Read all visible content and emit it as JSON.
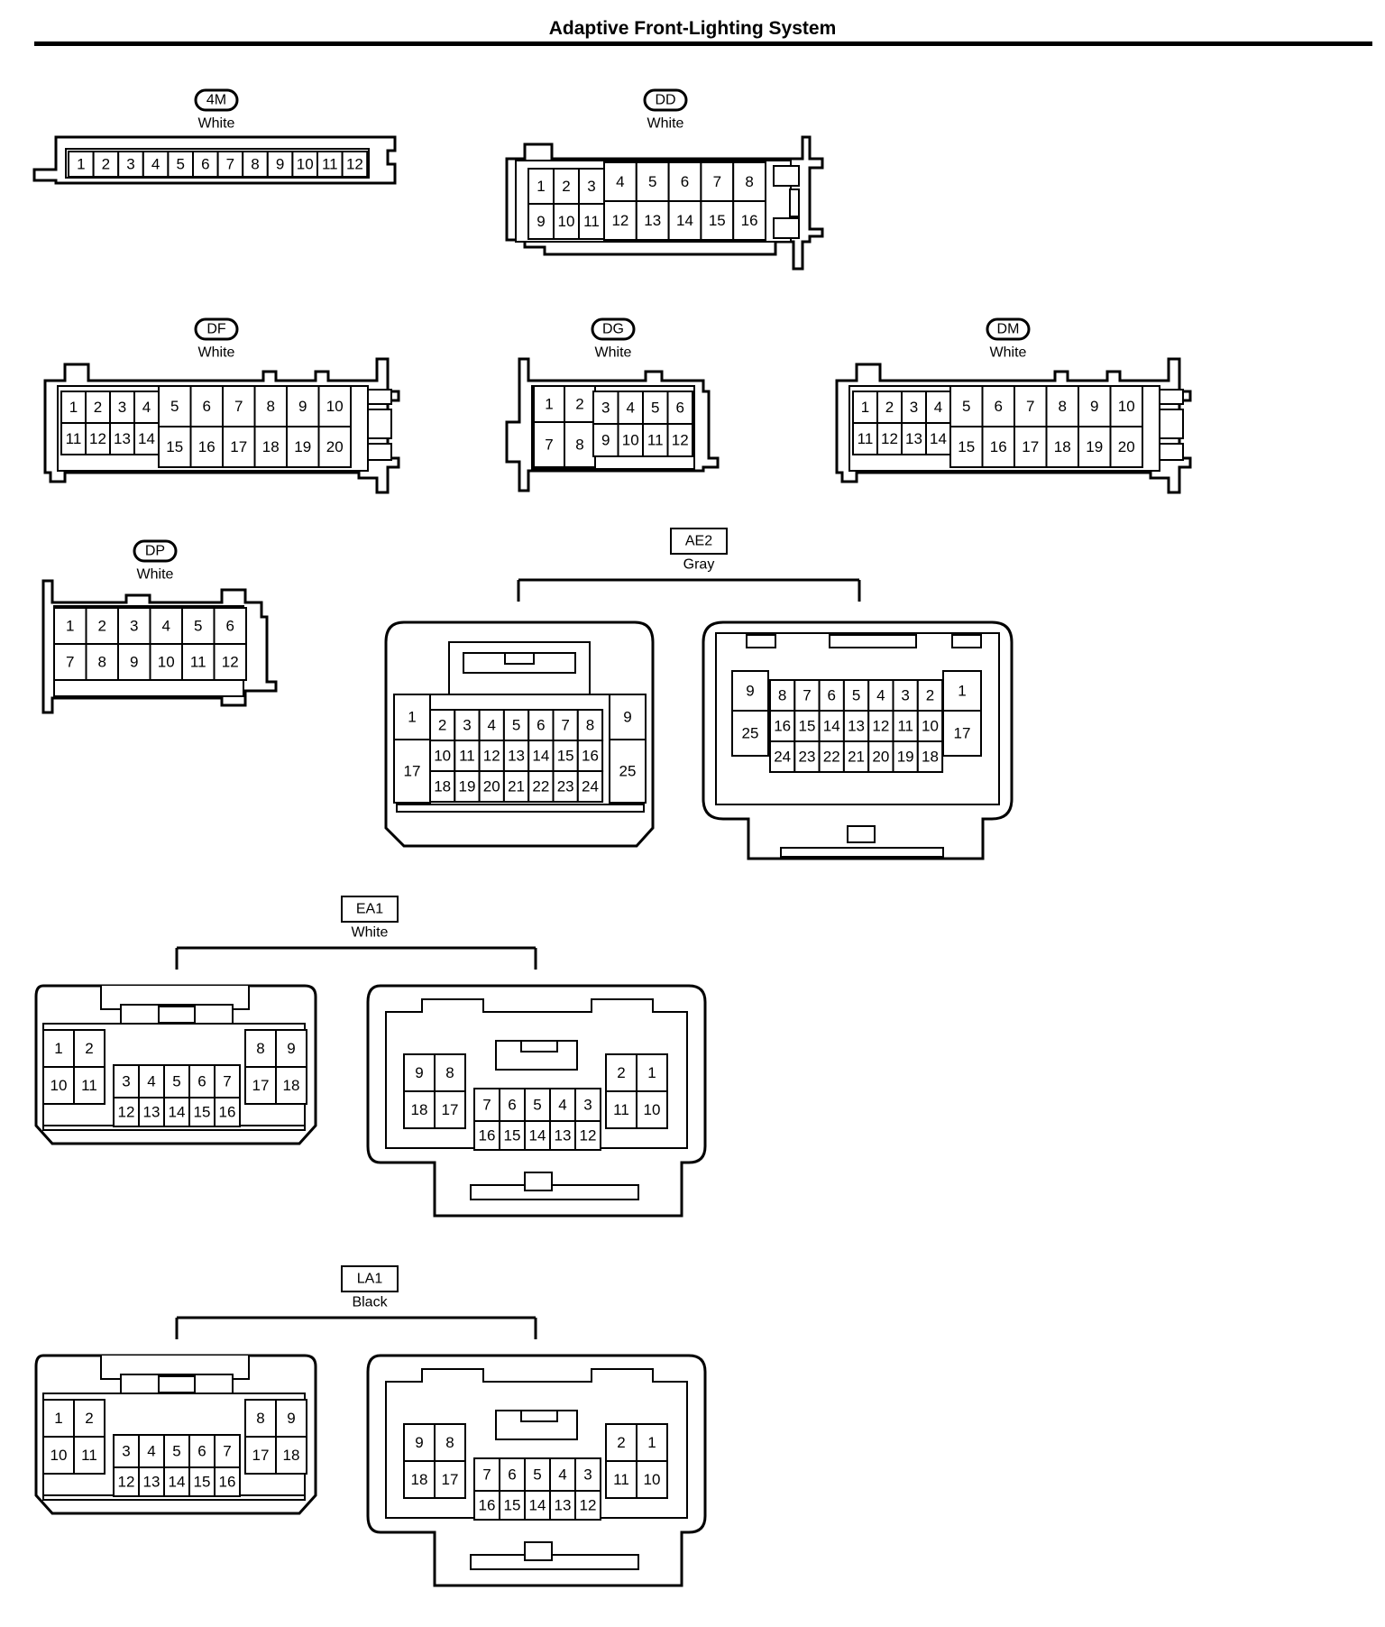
{
  "title": "Adaptive Front-Lighting System",
  "connectors": [
    {
      "id": "4M",
      "color": "White",
      "rows": [
        [
          "1",
          "2",
          "3",
          "4",
          "5",
          "6",
          "7",
          "8",
          "9",
          "10",
          "11",
          "12"
        ]
      ]
    },
    {
      "id": "DD",
      "color": "White",
      "rows": [
        [
          "1",
          "2",
          "3",
          "4",
          "5",
          "6",
          "7",
          "8"
        ],
        [
          "9",
          "10",
          "11",
          "12",
          "13",
          "14",
          "15",
          "16"
        ]
      ]
    },
    {
      "id": "DF",
      "color": "White",
      "rows": [
        [
          "1",
          "2",
          "3",
          "4",
          "5",
          "6",
          "7",
          "8",
          "9",
          "10"
        ],
        [
          "11",
          "12",
          "13",
          "14",
          "15",
          "16",
          "17",
          "18",
          "19",
          "20"
        ]
      ]
    },
    {
      "id": "DG",
      "color": "White",
      "rows": [
        [
          "1",
          "2",
          "3",
          "4",
          "5",
          "6"
        ],
        [
          "7",
          "8",
          "9",
          "10",
          "11",
          "12"
        ]
      ]
    },
    {
      "id": "DM",
      "color": "White",
      "rows": [
        [
          "1",
          "2",
          "3",
          "4",
          "5",
          "6",
          "7",
          "8",
          "9",
          "10"
        ],
        [
          "11",
          "12",
          "13",
          "14",
          "15",
          "16",
          "17",
          "18",
          "19",
          "20"
        ]
      ]
    },
    {
      "id": "DP",
      "color": "White",
      "rows": [
        [
          "1",
          "2",
          "3",
          "4",
          "5",
          "6"
        ],
        [
          "7",
          "8",
          "9",
          "10",
          "11",
          "12"
        ]
      ]
    },
    {
      "id": "AE2",
      "color": "Gray",
      "female": {
        "left": [
          "1",
          "17"
        ],
        "rows": [
          [
            "2",
            "3",
            "4",
            "5",
            "6",
            "7",
            "8"
          ],
          [
            "10",
            "11",
            "12",
            "13",
            "14",
            "15",
            "16"
          ],
          [
            "18",
            "19",
            "20",
            "21",
            "22",
            "23",
            "24"
          ]
        ],
        "right": [
          "9",
          "25"
        ]
      },
      "male": {
        "left": [
          "9",
          "25"
        ],
        "rows": [
          [
            "8",
            "7",
            "6",
            "5",
            "4",
            "3",
            "2"
          ],
          [
            "16",
            "15",
            "14",
            "13",
            "12",
            "11",
            "10"
          ],
          [
            "24",
            "23",
            "22",
            "21",
            "20",
            "19",
            "18"
          ]
        ],
        "right": [
          "1",
          "17"
        ]
      }
    },
    {
      "id": "EA1",
      "color": "White",
      "female": {
        "left": [
          [
            "1",
            "2"
          ],
          [
            "10",
            "11"
          ]
        ],
        "center": [
          [
            "3",
            "4",
            "5",
            "6",
            "7"
          ],
          [
            "12",
            "13",
            "14",
            "15",
            "16"
          ]
        ],
        "right": [
          [
            "8",
            "9"
          ],
          [
            "17",
            "18"
          ]
        ]
      },
      "male": {
        "left": [
          [
            "9",
            "8"
          ],
          [
            "18",
            "17"
          ]
        ],
        "center": [
          [
            "7",
            "6",
            "5",
            "4",
            "3"
          ],
          [
            "16",
            "15",
            "14",
            "13",
            "12"
          ]
        ],
        "right": [
          [
            "2",
            "1"
          ],
          [
            "11",
            "10"
          ]
        ]
      }
    },
    {
      "id": "LA1",
      "color": "Black",
      "female": {
        "left": [
          [
            "1",
            "2"
          ],
          [
            "10",
            "11"
          ]
        ],
        "center": [
          [
            "3",
            "4",
            "5",
            "6",
            "7"
          ],
          [
            "12",
            "13",
            "14",
            "15",
            "16"
          ]
        ],
        "right": [
          [
            "8",
            "9"
          ],
          [
            "17",
            "18"
          ]
        ]
      },
      "male": {
        "left": [
          [
            "9",
            "8"
          ],
          [
            "18",
            "17"
          ]
        ],
        "center": [
          [
            "7",
            "6",
            "5",
            "4",
            "3"
          ],
          [
            "16",
            "15",
            "14",
            "13",
            "12"
          ]
        ],
        "right": [
          [
            "2",
            "1"
          ],
          [
            "11",
            "10"
          ]
        ]
      }
    }
  ]
}
